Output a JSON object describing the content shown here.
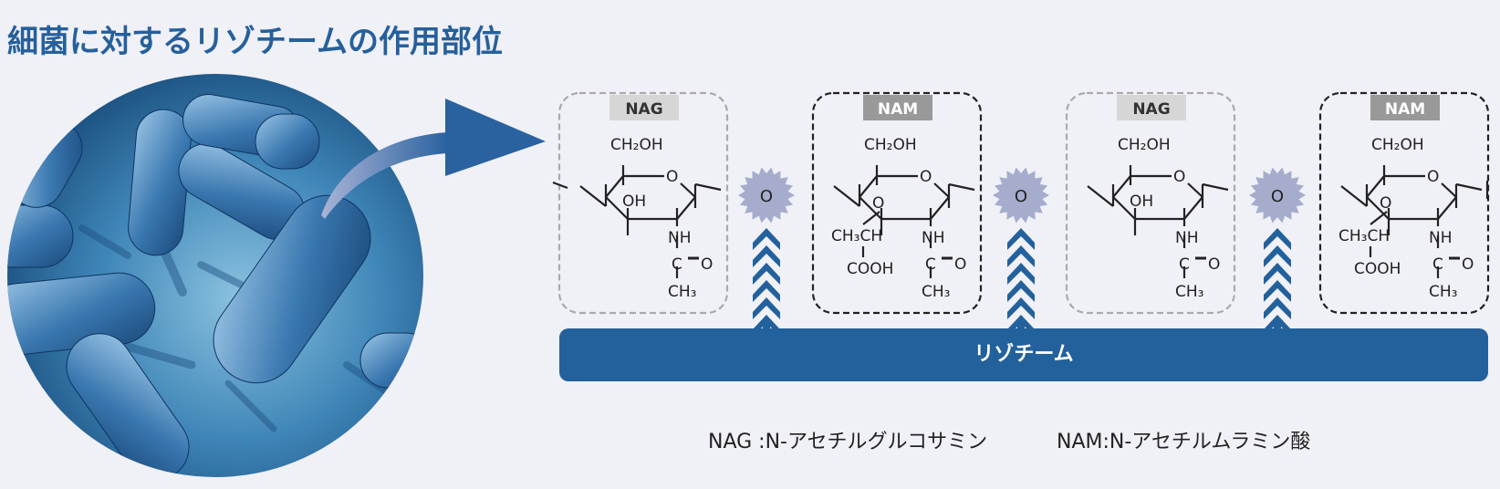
{
  "title": "細菌に対するリゾチームの作用部位",
  "colors": {
    "brand_blue": "#23619c",
    "background": "#f0f0f7",
    "gear": "#a6accc",
    "nag_border": "#aaaaaa",
    "nag_label_bg": "#d6d6d6",
    "nam_border": "#222222",
    "nam_label_bg": "#999999"
  },
  "image": {
    "icon": "bacteria-illustration",
    "description": "rod-shaped bacteria (blue 3D render)"
  },
  "units": [
    {
      "type": "NAG",
      "label": "NAG",
      "groups": {
        "top": "CH₂OH",
        "ring_o": "O",
        "side": "OH",
        "amine": "NH",
        "carbonyl_c": "C",
        "carbonyl_o": "O",
        "methyl": "CH₃"
      }
    },
    {
      "type": "NAM",
      "label": "NAM",
      "groups": {
        "top": "CH₂OH",
        "ring_o": "O",
        "side": "O",
        "lactyl": "CH₃CH",
        "acid": "COOH",
        "amine": "NH",
        "carbonyl_c": "C",
        "carbonyl_o": "O",
        "methyl": "CH₃"
      }
    },
    {
      "type": "NAG",
      "label": "NAG",
      "groups": {
        "top": "CH₂OH",
        "ring_o": "O",
        "side": "OH",
        "amine": "NH",
        "carbonyl_c": "C",
        "carbonyl_o": "O",
        "methyl": "CH₃"
      }
    },
    {
      "type": "NAM",
      "label": "NAM",
      "groups": {
        "top": "CH₂OH",
        "ring_o": "O",
        "side": "O",
        "lactyl": "CH₃CH",
        "acid": "COOH",
        "amine": "NH",
        "carbonyl_c": "C",
        "carbonyl_o": "O",
        "methyl": "CH₃"
      }
    }
  ],
  "linkages": [
    {
      "label": "O"
    },
    {
      "label": "O"
    },
    {
      "label": "O"
    }
  ],
  "enzyme": {
    "label": "リゾチーム"
  },
  "legend": {
    "nag": "NAG :N-アセチルグルコサミン",
    "nam": "NAM:N-アセチルムラミン酸"
  }
}
